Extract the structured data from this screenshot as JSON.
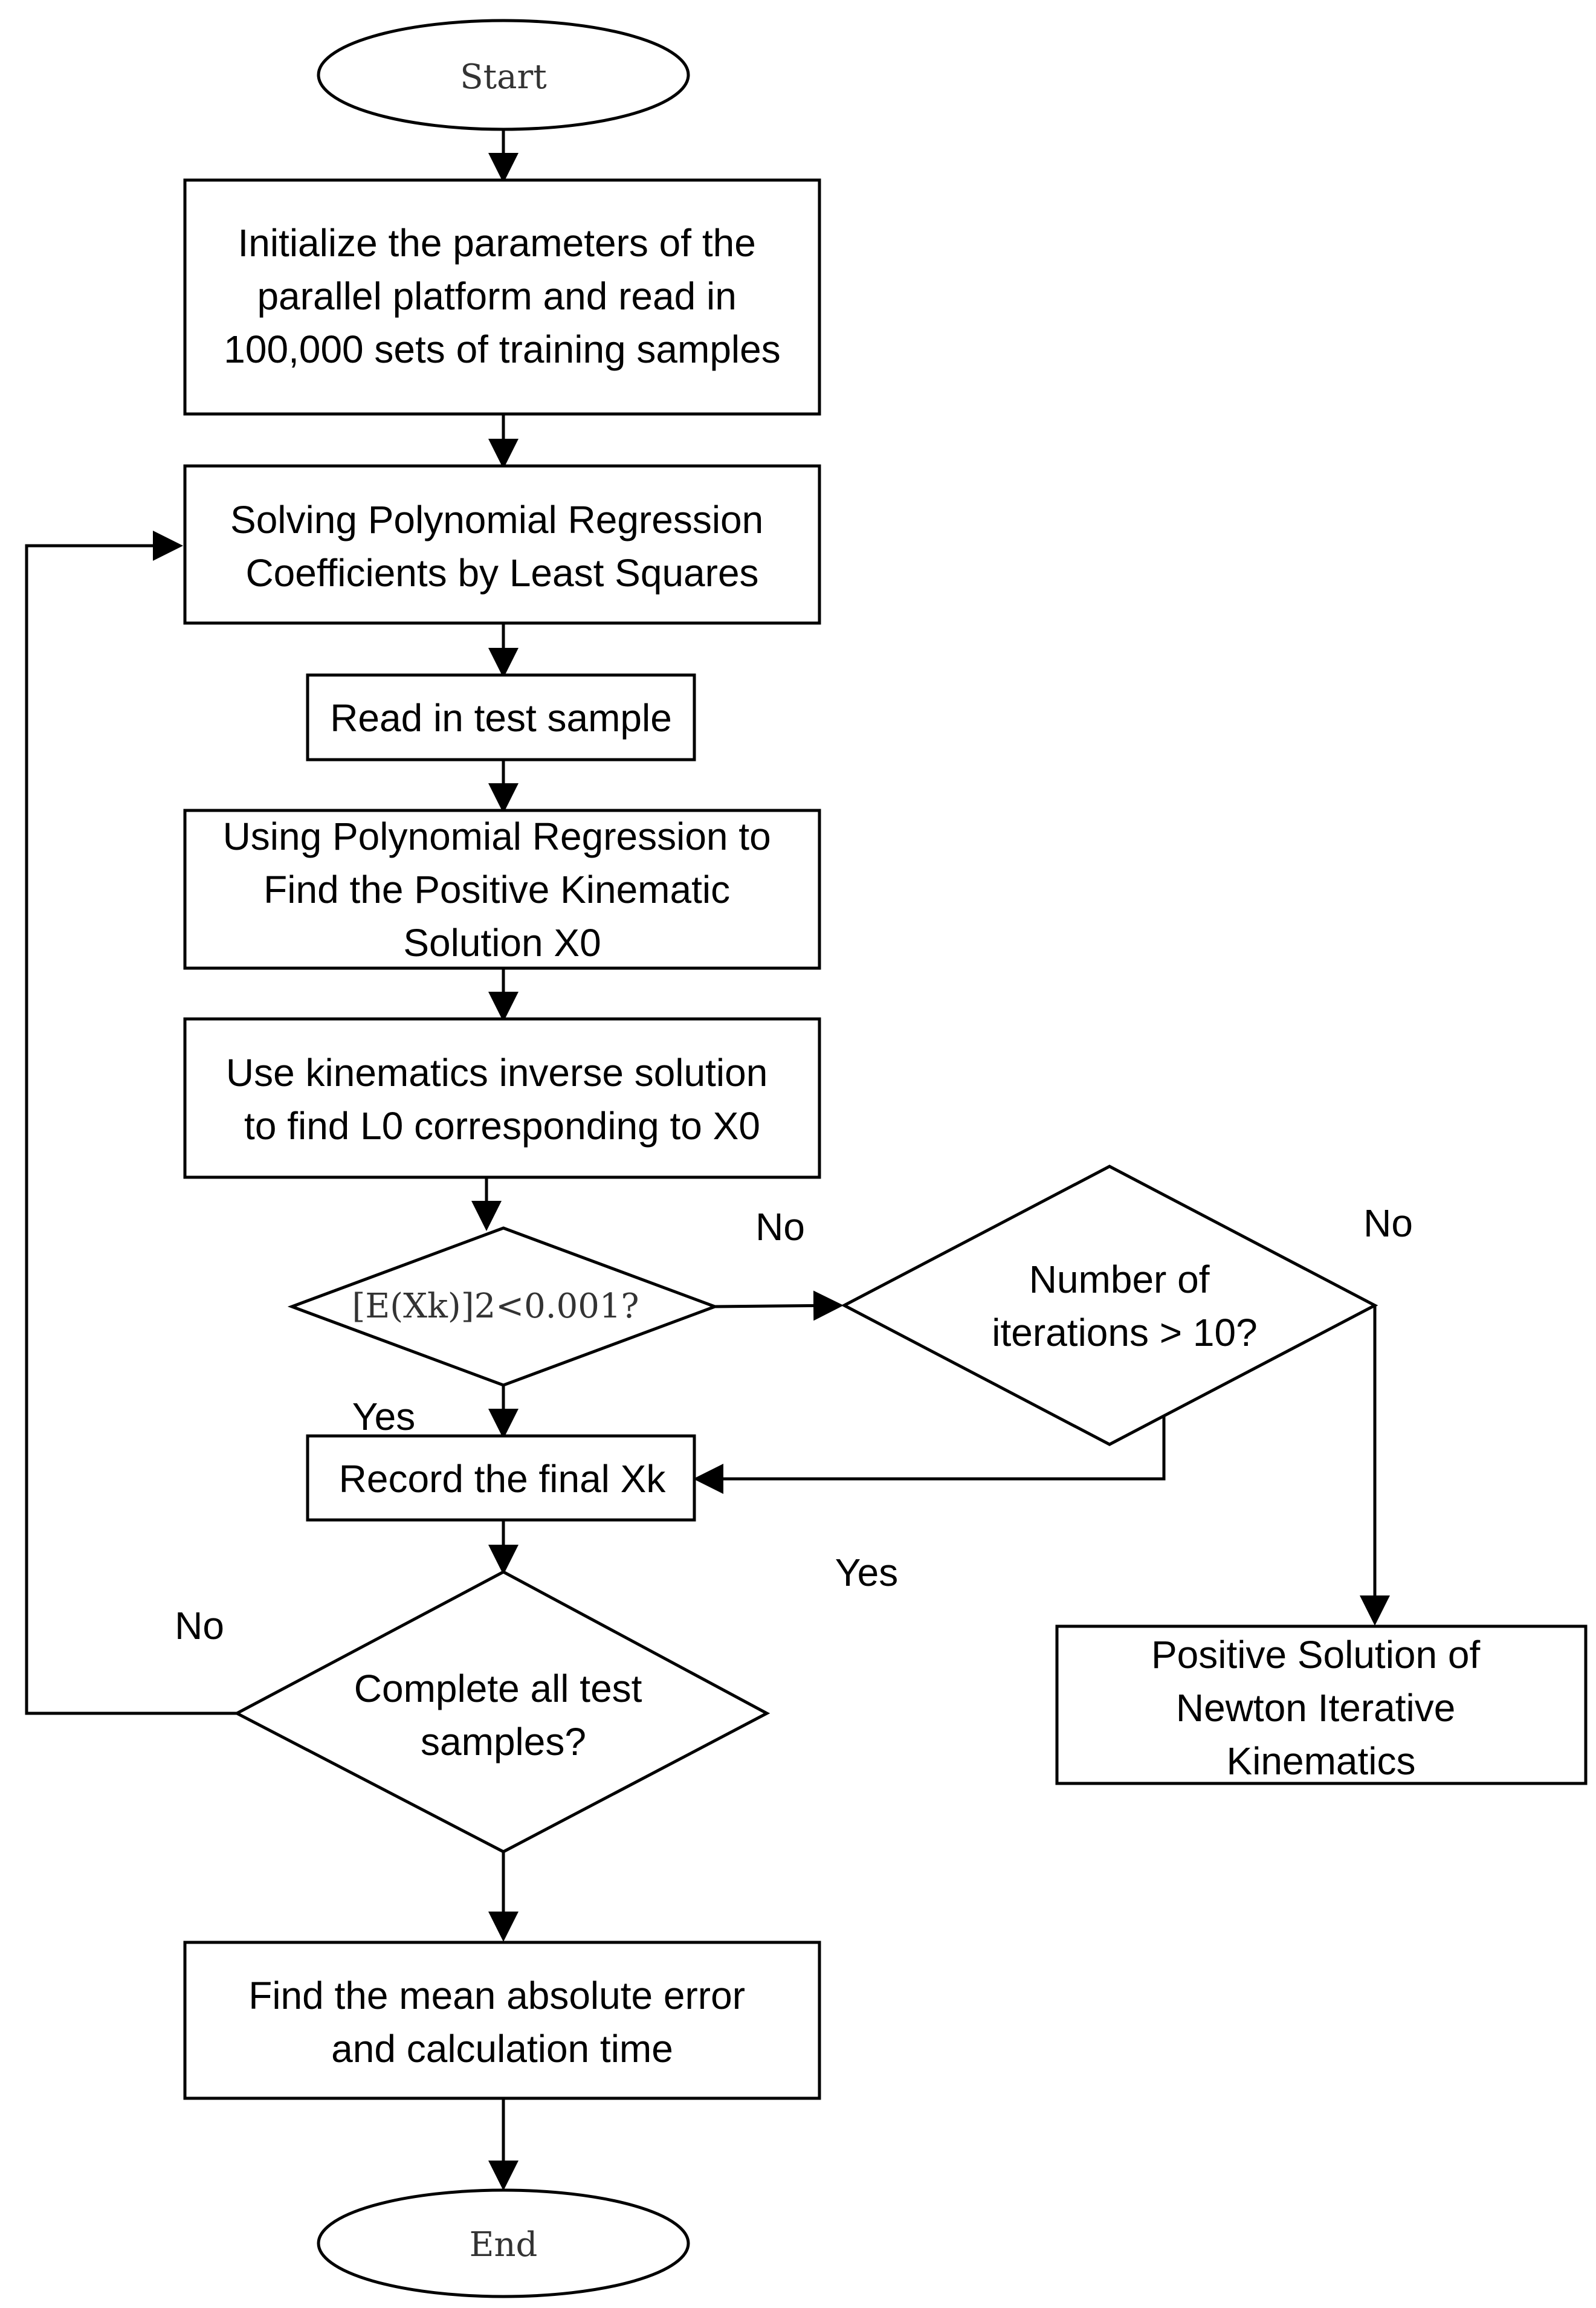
{
  "nodes": {
    "start": {
      "lines": [
        "Start"
      ]
    },
    "init": {
      "lines": [
        "Initialize the parameters of the",
        "parallel platform and read in",
        "100,000 sets of training samples"
      ]
    },
    "solve": {
      "lines": [
        "Solving Polynomial Regression",
        "Coefficients by Least Squares"
      ]
    },
    "read_test": {
      "lines": [
        "Read in test sample"
      ]
    },
    "poly_regress": {
      "lines": [
        "Using Polynomial Regression to",
        "Find the Positive Kinematic",
        "Solution X0"
      ]
    },
    "inverse": {
      "lines": [
        "Use kinematics inverse solution",
        "to find L0 corresponding to X0"
      ]
    },
    "error_check": {
      "lines": [
        "[E(Xk)]2<0.001?"
      ]
    },
    "iterations": {
      "lines": [
        "Number of",
        "iterations > 10?"
      ]
    },
    "record": {
      "lines": [
        "Record the final Xk"
      ]
    },
    "complete": {
      "lines": [
        "Complete all test",
        "samples?"
      ]
    },
    "newton": {
      "lines": [
        "Positive Solution of",
        "Newton Iterative",
        "Kinematics"
      ]
    },
    "mae": {
      "lines": [
        "Find the mean absolute error",
        "and calculation time"
      ]
    },
    "end": {
      "lines": [
        "End"
      ]
    }
  },
  "edge_labels": {
    "error_no": "No",
    "iterations_no": "No",
    "error_yes": "Yes",
    "iterations_yes": "Yes",
    "complete_no": "No"
  }
}
